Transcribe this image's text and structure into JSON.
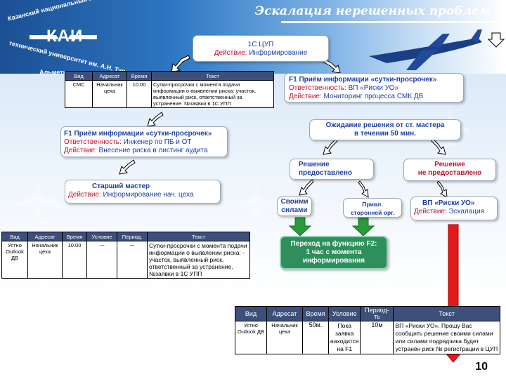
{
  "header": {
    "title": "Эскалация нерешенных проблем",
    "logo_arc_top": "Казанский национальный исследовательский",
    "logo_arc_bottom": "технический университет им. А.Н. Туполева",
    "logo_text": "КАИ",
    "city_text": "Альметь"
  },
  "nodes": {
    "cup": {
      "title": "1С ЦУП",
      "action_label": "Действие:",
      "action": "Информирование"
    },
    "f1_right": {
      "title": "F1 Приём информации «сутки-просрочек»",
      "resp_label": "Ответственность:",
      "resp": "ВП «Риски УО»",
      "action_label": "Действие:",
      "action": "Мониторинг  процесса СМК ДВ"
    },
    "f1_left": {
      "title": "F1 Приём информации «сутки-просрочек»",
      "resp_label": "Ответственность:",
      "resp": "Инженер по ПБ и ОТ",
      "action_label": "Действие:",
      "action": "Внесение риска в листинг аудита"
    },
    "master": {
      "title": "Старший мастер",
      "action_label": "Действие:",
      "action": "Информирование нач.  цеха"
    },
    "wait": {
      "line1": "Ожидание решения от ст. мастера",
      "line2": "в течении 50 мин."
    },
    "decided": {
      "line1": "Решение",
      "line2": "предоставлено"
    },
    "not_decided": {
      "line1": "Решение",
      "line2": "не предоставлено"
    },
    "own": {
      "line1": "Своими",
      "line2": "силами"
    },
    "third": {
      "line1": "Привл.",
      "line2": "сторонней орг."
    },
    "vp": {
      "title": "ВП «Риски УО»",
      "action_label": "Действие:",
      "action": "Эскалация"
    },
    "f2": {
      "line1": "Переход на функцию F2:",
      "line2": "1 час с момента",
      "line3": "информирования"
    }
  },
  "table1": {
    "headers": [
      "Вид",
      "Адресат",
      "Время",
      "Текст"
    ],
    "row": [
      "СМС",
      "Начальник цеха",
      "10.00",
      "Сутки-просрочки с момента подачи информации о выявлении риска: участок, выявленный риск, ответственный за устранение. №заявки в 1С УПП"
    ]
  },
  "table2": {
    "headers": [
      "Вид",
      "Адресат",
      "Время",
      "Условие",
      "Период.",
      "Текст"
    ],
    "row": [
      "Устно Outlook ДВ",
      "Начальник цеха",
      "10.00",
      "---",
      "---",
      "Сутки-просрочки с момента подачи информации о выявлении риска: - участок, выявленный риск, ответственный за устранение. №заявки в 1С УПП"
    ]
  },
  "table3": {
    "headers": [
      "Вид",
      "Адресат",
      "Время",
      "Условие",
      "Период-ть",
      "Текст"
    ],
    "row": [
      "Устно Outlook ДВ",
      "Начальник цеха",
      "50м.",
      "Пока заявка находится на F1",
      "10м",
      "ВП «Риски УО». Прошу Вас сообщить решение своими силами или силами подрядчика будет устранён риск № регистрации в ЦУП"
    ]
  },
  "page_number": "10",
  "colors": {
    "blue_text": "#1d3fa3",
    "red_text": "#c0102a",
    "green_box": "#2f8f5c",
    "header_blue": "#1b4f93",
    "table_header": "#3d4f7a"
  }
}
